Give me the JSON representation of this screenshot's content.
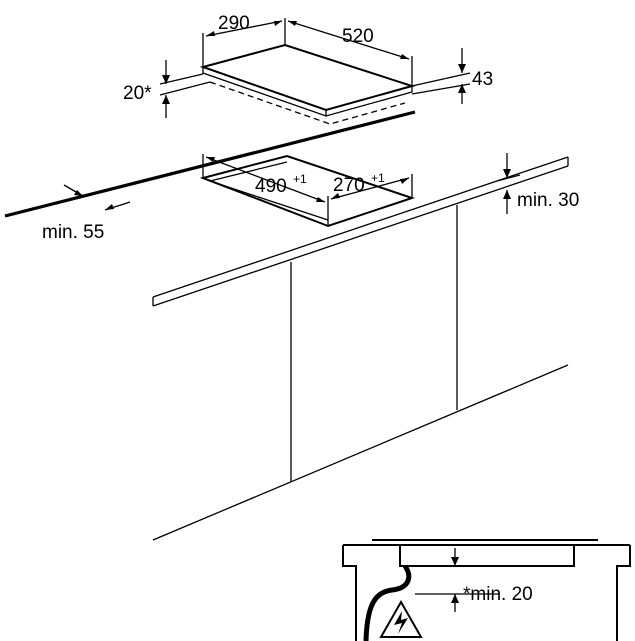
{
  "hob": {
    "width": "290",
    "depth": "520",
    "height": "43",
    "offset": "20*"
  },
  "cutout": {
    "depth": "490",
    "depth_tol": "+1",
    "width": "270",
    "width_tol": "+1"
  },
  "clearances": {
    "front_edge": "min. 55",
    "rear_edge": "min. 30",
    "below": "*min. 20"
  }
}
